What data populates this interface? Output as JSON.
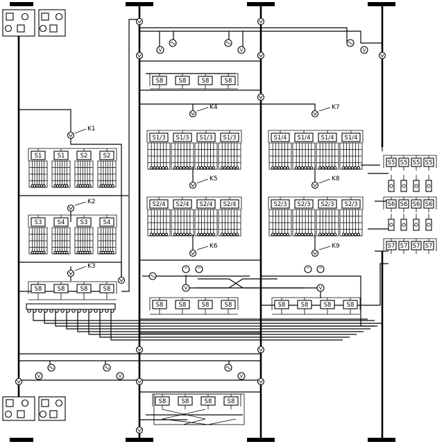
{
  "colors": {
    "line": "#000000",
    "background": "#ffffff"
  },
  "symbols": {
    "coupler": "coupler-icon",
    "generator": "ac-source-icon",
    "voltmeter_label": "V",
    "amplifier_label": "^",
    "relay_label": "x"
  },
  "switch_labels": {
    "k1": "K1",
    "k2": "K2",
    "k3": "K3",
    "k4": "K4",
    "k5": "K5",
    "k6": "K6",
    "k7": "K7",
    "k8": "K8",
    "k9": "K9"
  },
  "left_stack": {
    "row1": [
      "S1",
      "S1",
      "S2",
      "S2"
    ],
    "row2": [
      "S3",
      "S4",
      "S3",
      "S4"
    ],
    "row3": [
      "S8",
      "S8",
      "S8",
      "S8"
    ]
  },
  "mid_stack": {
    "row_top": [
      "S8",
      "S8",
      "S8",
      "S8"
    ],
    "row1": [
      "S1/3",
      "S1/3",
      "S1/3",
      "S1/3"
    ],
    "row2": [
      "S2/4",
      "S2/4",
      "S2/4",
      "S2/4"
    ],
    "row3": [
      "S8",
      "S8",
      "S8",
      "S8"
    ]
  },
  "right_stack": {
    "row1": [
      "S1/4",
      "S1/4",
      "S1/4",
      "S1/4"
    ],
    "row2": [
      "S2/3",
      "S2/3",
      "S2/3",
      "S2/3"
    ],
    "row3": [
      "S8",
      "S8",
      "S8",
      "S8"
    ]
  },
  "far_right": {
    "row1": [
      "S5",
      "S5",
      "S5",
      "S5"
    ],
    "row2": [
      "S6",
      "S6",
      "S6",
      "S6"
    ],
    "row3": [
      "S7",
      "S7",
      "S7",
      "S7"
    ]
  },
  "bottom_stack": {
    "row": [
      "S8",
      "S8",
      "S8",
      "S8"
    ]
  }
}
